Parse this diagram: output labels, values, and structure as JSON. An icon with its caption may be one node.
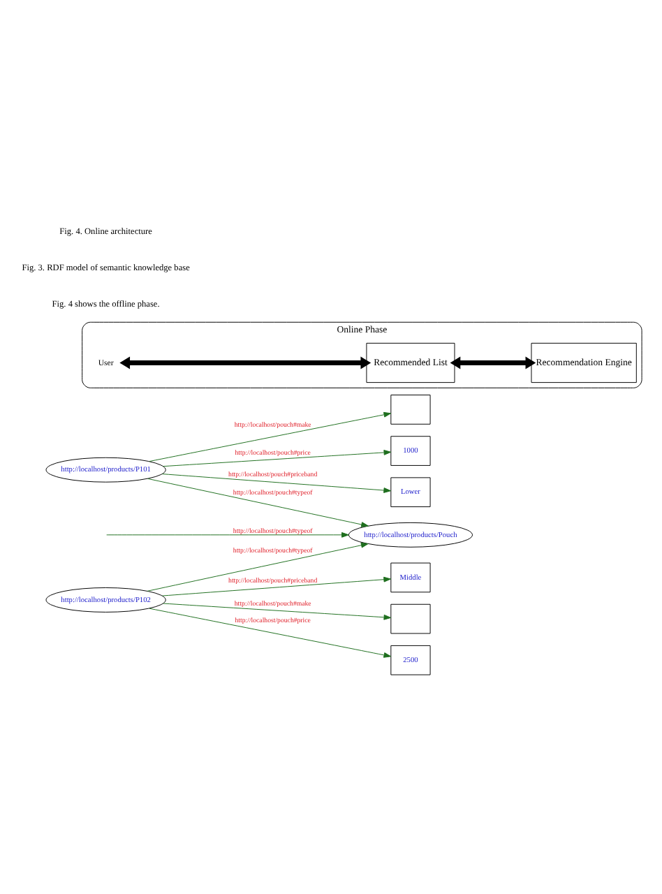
{
  "diagram": {
    "nodes": [
      {
        "text": [
          "http://localhost/products/P101"
        ]
      },
      {
        "text": [],
        "shape": "box"
      },
      {
        "text": [
          "1000"
        ]
      },
      {
        "text": [
          "Lower"
        ]
      },
      {
        "text": [
          "http://localhost/products/P102"
        ]
      },
      {
        "text": [],
        "shape": "box"
      },
      {
        "text": [
          "2500"
        ]
      },
      {
        "text": [
          "Middle"
        ]
      },
      {
        "text": [
          "http://localhost/products/Pouch"
        ]
      },
      {
        "text": [
          "Online Phase"
        ]
      },
      {
        "text": [
          "User"
        ],
        "in": 9
      },
      {
        "text": [
          "Recommended List"
        ],
        "in": 9
      },
      {
        "text": [
          "Recommendation Engine"
        ],
        "in": 9
      }
    ],
    "edges": [
      {
        "from": 0,
        "to": 1,
        "arrow": "to",
        "label": "http://localhost/pouch#make"
      },
      {
        "from": 0,
        "to": 2,
        "arrow": "to",
        "label": "http://localhost/pouch#price"
      },
      {
        "from": 0,
        "to": 3,
        "arrow": "to",
        "label": "http://localhost/pouch#priceband"
      },
      {
        "from": 0,
        "to": 8,
        "arrow": "to",
        "label": "http://localhost/pouch#typeof"
      },
      {
        "from": 4,
        "to": 5,
        "arrow": "to",
        "label": "http://localhost/pouch#make"
      },
      {
        "from": 4,
        "to": 6,
        "arrow": "to",
        "label": "http://localhost/pouch#price"
      },
      {
        "from": 4,
        "to": 7,
        "arrow": "to",
        "label": "http://localhost/pouch#priceband"
      },
      {
        "from": 4,
        "to": 8,
        "arrow": "to",
        "label": "http://localhost/pouch#typeof"
      },
      {
        "from": null,
        "to": 8,
        "arrow": "to",
        "label": "http://localhost/pouch#typeof"
      },
      {
        "from": 10,
        "to": 11,
        "arrow": "both",
        "style": "thick",
        "color": "#000000"
      },
      {
        "from": 11,
        "to": 12,
        "arrow": "both",
        "style": "thick",
        "color": "#000000"
      }
    ],
    "labels": [
      "Fig. 4 shows the offline phase.",
      "Fig. 3. RDF model of semantic knowledge base",
      "Fig. 4. Online architecture"
    ]
  }
}
